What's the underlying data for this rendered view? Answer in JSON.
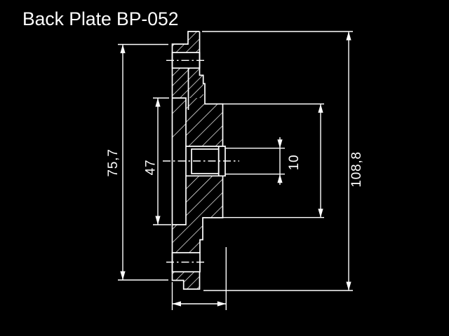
{
  "title": "Back Plate BP-052",
  "colors": {
    "background": "#000000",
    "line": "#ffffff"
  },
  "dimensions": {
    "overall_height": "108,8",
    "flange_height": "75,7",
    "web_height": "47",
    "bore_diameter": "10"
  }
}
